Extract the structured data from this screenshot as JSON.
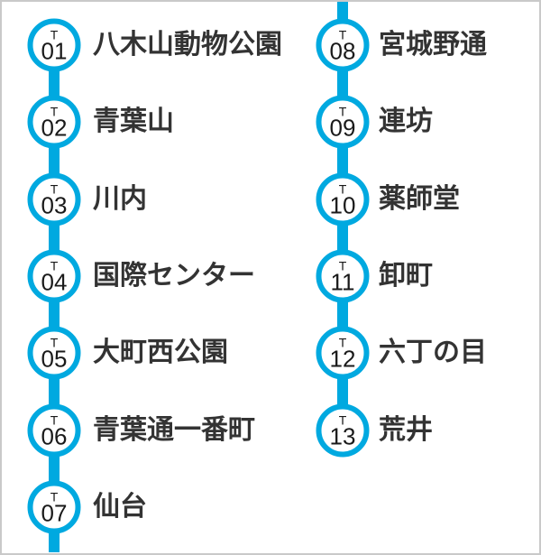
{
  "map": {
    "line_color": "#00a9e0",
    "frame_border_color": "#c9c9c9",
    "label_color": "#333333",
    "columns": [
      {
        "stations": [
          {
            "letter": "T",
            "number": "01",
            "name": "八木山動物公園"
          },
          {
            "letter": "T",
            "number": "02",
            "name": "青葉山"
          },
          {
            "letter": "T",
            "number": "03",
            "name": "川内"
          },
          {
            "letter": "T",
            "number": "04",
            "name": "国際センター"
          },
          {
            "letter": "T",
            "number": "05",
            "name": "大町西公園"
          },
          {
            "letter": "T",
            "number": "06",
            "name": "青葉通一番町"
          },
          {
            "letter": "T",
            "number": "07",
            "name": "仙台"
          }
        ]
      },
      {
        "stations": [
          {
            "letter": "T",
            "number": "08",
            "name": "宮城野通"
          },
          {
            "letter": "T",
            "number": "09",
            "name": "連坊"
          },
          {
            "letter": "T",
            "number": "10",
            "name": "薬師堂"
          },
          {
            "letter": "T",
            "number": "11",
            "name": "卸町"
          },
          {
            "letter": "T",
            "number": "12",
            "name": "六丁の目"
          },
          {
            "letter": "T",
            "number": "13",
            "name": "荒井"
          }
        ]
      }
    ]
  }
}
